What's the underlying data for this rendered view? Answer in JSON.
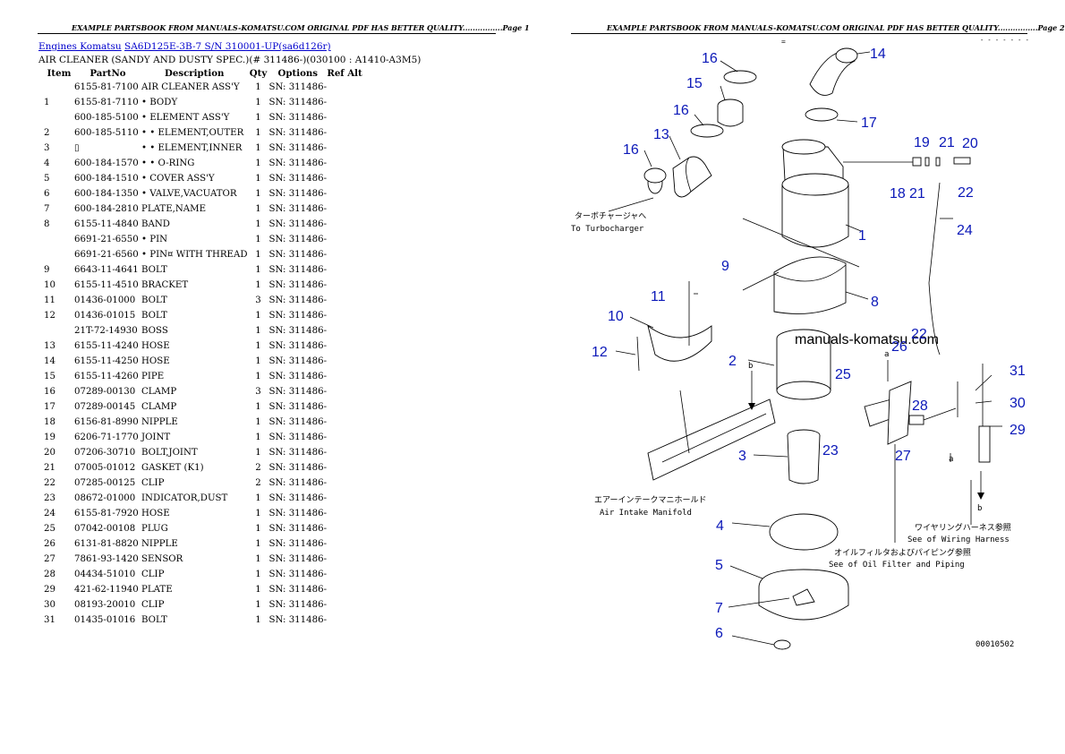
{
  "page1": {
    "header": "EXAMPLE PARTSBOOK FROM MANUALS-KOMATSU.COM ORIGINAL PDF HAS BETTER QUALITY................Page 1",
    "breadcrumb": {
      "link1": "Engines Komatsu",
      "link2": "SA6D125E-3B-7 S/N 310001-UP(sa6d126r)"
    },
    "subtitle": "AIR CLEANER (SANDY AND DUSTY SPEC.)(# 311486-)(030100 : A1410-A3M5)",
    "columns": [
      "Item",
      "PartNo",
      "Description",
      "Qty",
      "Options",
      "Ref Alt"
    ],
    "rows": [
      {
        "item": "",
        "part": "6155-81-7100",
        "desc": "AIR CLEANER ASS'Y",
        "qty": "1",
        "opt": "SN: 311486-"
      },
      {
        "item": "1",
        "part": "6155-81-7110",
        "desc": "• BODY",
        "qty": "1",
        "opt": "SN: 311486-"
      },
      {
        "item": "",
        "part": "600-185-5100",
        "desc": "• ELEMENT ASS'Y",
        "qty": "1",
        "opt": "SN: 311486-"
      },
      {
        "item": "2",
        "part": "600-185-5110",
        "desc": "• • ELEMENT,OUTER",
        "qty": "1",
        "opt": "SN: 311486-"
      },
      {
        "item": "3",
        "part": "▯",
        "desc": "• • ELEMENT,INNER",
        "qty": "1",
        "opt": "SN: 311486-"
      },
      {
        "item": "4",
        "part": "600-184-1570",
        "desc": "• • O-RING",
        "qty": "1",
        "opt": "SN: 311486-"
      },
      {
        "item": "5",
        "part": "600-184-1510",
        "desc": "• COVER ASS'Y",
        "qty": "1",
        "opt": "SN: 311486-"
      },
      {
        "item": "6",
        "part": "600-184-1350",
        "desc": "• VALVE,VACUATOR",
        "qty": "1",
        "opt": "SN: 311486-"
      },
      {
        "item": "7",
        "part": "600-184-2810",
        "desc": "PLATE,NAME",
        "qty": "1",
        "opt": "SN: 311486-"
      },
      {
        "item": "8",
        "part": "6155-11-4840",
        "desc": "BAND",
        "qty": "1",
        "opt": "SN: 311486-"
      },
      {
        "item": "",
        "part": "6691-21-6550",
        "desc": "• PIN",
        "qty": "1",
        "opt": "SN: 311486-"
      },
      {
        "item": "",
        "part": "6691-21-6560",
        "desc": "• PIN¤ WITH THREAD",
        "qty": "1",
        "opt": "SN: 311486-"
      },
      {
        "item": "9",
        "part": "6643-11-4641",
        "desc": "BOLT",
        "qty": "1",
        "opt": "SN: 311486-"
      },
      {
        "item": "10",
        "part": "6155-11-4510",
        "desc": "BRACKET",
        "qty": "1",
        "opt": "SN: 311486-"
      },
      {
        "item": "11",
        "part": "01436-01000",
        "desc": "BOLT",
        "qty": "3",
        "opt": "SN: 311486-"
      },
      {
        "item": "12",
        "part": "01436-01015",
        "desc": "BOLT",
        "qty": "1",
        "opt": "SN: 311486-"
      },
      {
        "item": "",
        "part": "21T-72-14930",
        "desc": "BOSS",
        "qty": "1",
        "opt": "SN: 311486-"
      },
      {
        "item": "13",
        "part": "6155-11-4240",
        "desc": "HOSE",
        "qty": "1",
        "opt": "SN: 311486-"
      },
      {
        "item": "14",
        "part": "6155-11-4250",
        "desc": "HOSE",
        "qty": "1",
        "opt": "SN: 311486-"
      },
      {
        "item": "15",
        "part": "6155-11-4260",
        "desc": "PIPE",
        "qty": "1",
        "opt": "SN: 311486-"
      },
      {
        "item": "16",
        "part": "07289-00130",
        "desc": "CLAMP",
        "qty": "3",
        "opt": "SN: 311486-"
      },
      {
        "item": "17",
        "part": "07289-00145",
        "desc": "CLAMP",
        "qty": "1",
        "opt": "SN: 311486-"
      },
      {
        "item": "18",
        "part": "6156-81-8990",
        "desc": "NIPPLE",
        "qty": "1",
        "opt": "SN: 311486-"
      },
      {
        "item": "19",
        "part": "6206-71-1770",
        "desc": "JOINT",
        "qty": "1",
        "opt": "SN: 311486-"
      },
      {
        "item": "20",
        "part": "07206-30710",
        "desc": "BOLT,JOINT",
        "qty": "1",
        "opt": "SN: 311486-"
      },
      {
        "item": "21",
        "part": "07005-01012",
        "desc": "GASKET (K1)",
        "qty": "2",
        "opt": "SN: 311486-"
      },
      {
        "item": "22",
        "part": "07285-00125",
        "desc": "CLIP",
        "qty": "2",
        "opt": "SN: 311486-"
      },
      {
        "item": "23",
        "part": "08672-01000",
        "desc": "INDICATOR,DUST",
        "qty": "1",
        "opt": "SN: 311486-"
      },
      {
        "item": "24",
        "part": "6155-81-7920",
        "desc": "HOSE",
        "qty": "1",
        "opt": "SN: 311486-"
      },
      {
        "item": "25",
        "part": "07042-00108",
        "desc": "PLUG",
        "qty": "1",
        "opt": "SN: 311486-"
      },
      {
        "item": "26",
        "part": "6131-81-8820",
        "desc": "NIPPLE",
        "qty": "1",
        "opt": "SN: 311486-"
      },
      {
        "item": "27",
        "part": "7861-93-1420",
        "desc": "SENSOR",
        "qty": "1",
        "opt": "SN: 311486-"
      },
      {
        "item": "28",
        "part": "04434-51010",
        "desc": "CLIP",
        "qty": "1",
        "opt": "SN: 311486-"
      },
      {
        "item": "29",
        "part": "421-62-11940",
        "desc": "PLATE",
        "qty": "1",
        "opt": "SN: 311486-"
      },
      {
        "item": "30",
        "part": "08193-20010",
        "desc": "CLIP",
        "qty": "1",
        "opt": "SN: 311486-"
      },
      {
        "item": "31",
        "part": "01435-01016",
        "desc": "BOLT",
        "qty": "1",
        "opt": "SN: 311486-"
      }
    ]
  },
  "page2": {
    "header": "EXAMPLE PARTSBOOK FROM MANUALS-KOMATSU.COM ORIGINAL PDF HAS BETTER QUALITY................Page 2",
    "watermark": "manuals-komatsu.com",
    "labels": {
      "turbo_jp": "ターボチャージャへ",
      "turbo_en": "To Turbocharger",
      "manifold_jp": "エアーインテークマニホールド",
      "manifold_en": "Air Intake Manifold",
      "wiring_jp": "ワイヤリングハーネス参照",
      "wiring_en": "See of Wiring Harness",
      "oil_jp": "オイルフィルタおよびパイピング参照",
      "oil_en": "See of Oil Filter and Piping",
      "fig_code": "00010502",
      "a": "a",
      "b": "b"
    },
    "callouts": [
      "1",
      "2",
      "3",
      "4",
      "5",
      "6",
      "7",
      "8",
      "9",
      "10",
      "11",
      "12",
      "13",
      "14",
      "15",
      "16",
      "16",
      "16",
      "17",
      "18",
      "19",
      "20",
      "21",
      "21",
      "22",
      "22",
      "23",
      "24",
      "25",
      "26",
      "27",
      "28",
      "29",
      "30",
      "31"
    ]
  }
}
